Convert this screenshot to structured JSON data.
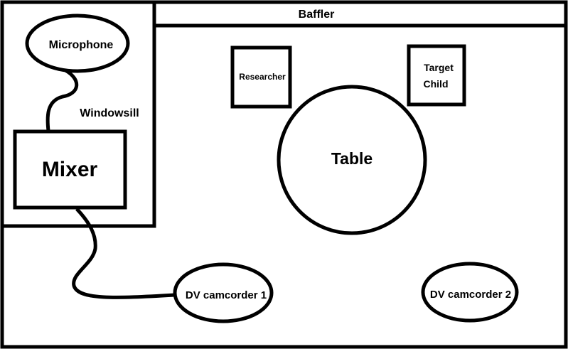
{
  "labels": {
    "baffler": "Baffler",
    "windowsill": "Windowsill",
    "microphone": "Microphone",
    "mixer": "Mixer",
    "researcher": "Researcher",
    "target_child_line1": "Target",
    "target_child_line2": "Child",
    "table": "Table",
    "camcorder1": "DV camcorder 1",
    "camcorder2": "DV camcorder 2"
  },
  "colors": {
    "stroke": "#000000",
    "background": "#ffffff"
  }
}
